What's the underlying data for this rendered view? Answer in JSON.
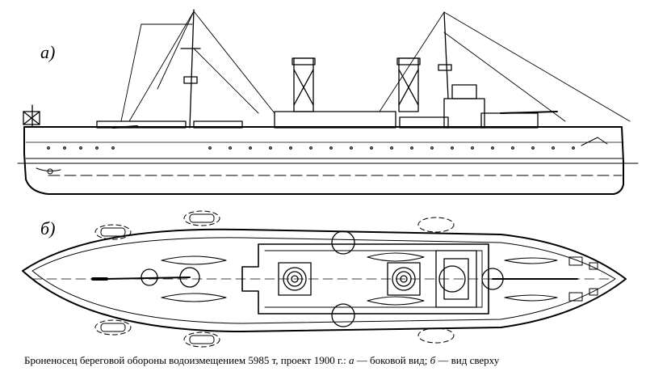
{
  "labels": {
    "side_view": "а)",
    "top_view": "б)"
  },
  "caption": {
    "text": "Броненосец береговой обороны водоизмещением 5985 т, проект 1900 г.: ",
    "key_a": "а",
    "sep_a": " — боковой вид; ",
    "key_b": "б",
    "sep_b": " — вид сверху"
  }
}
